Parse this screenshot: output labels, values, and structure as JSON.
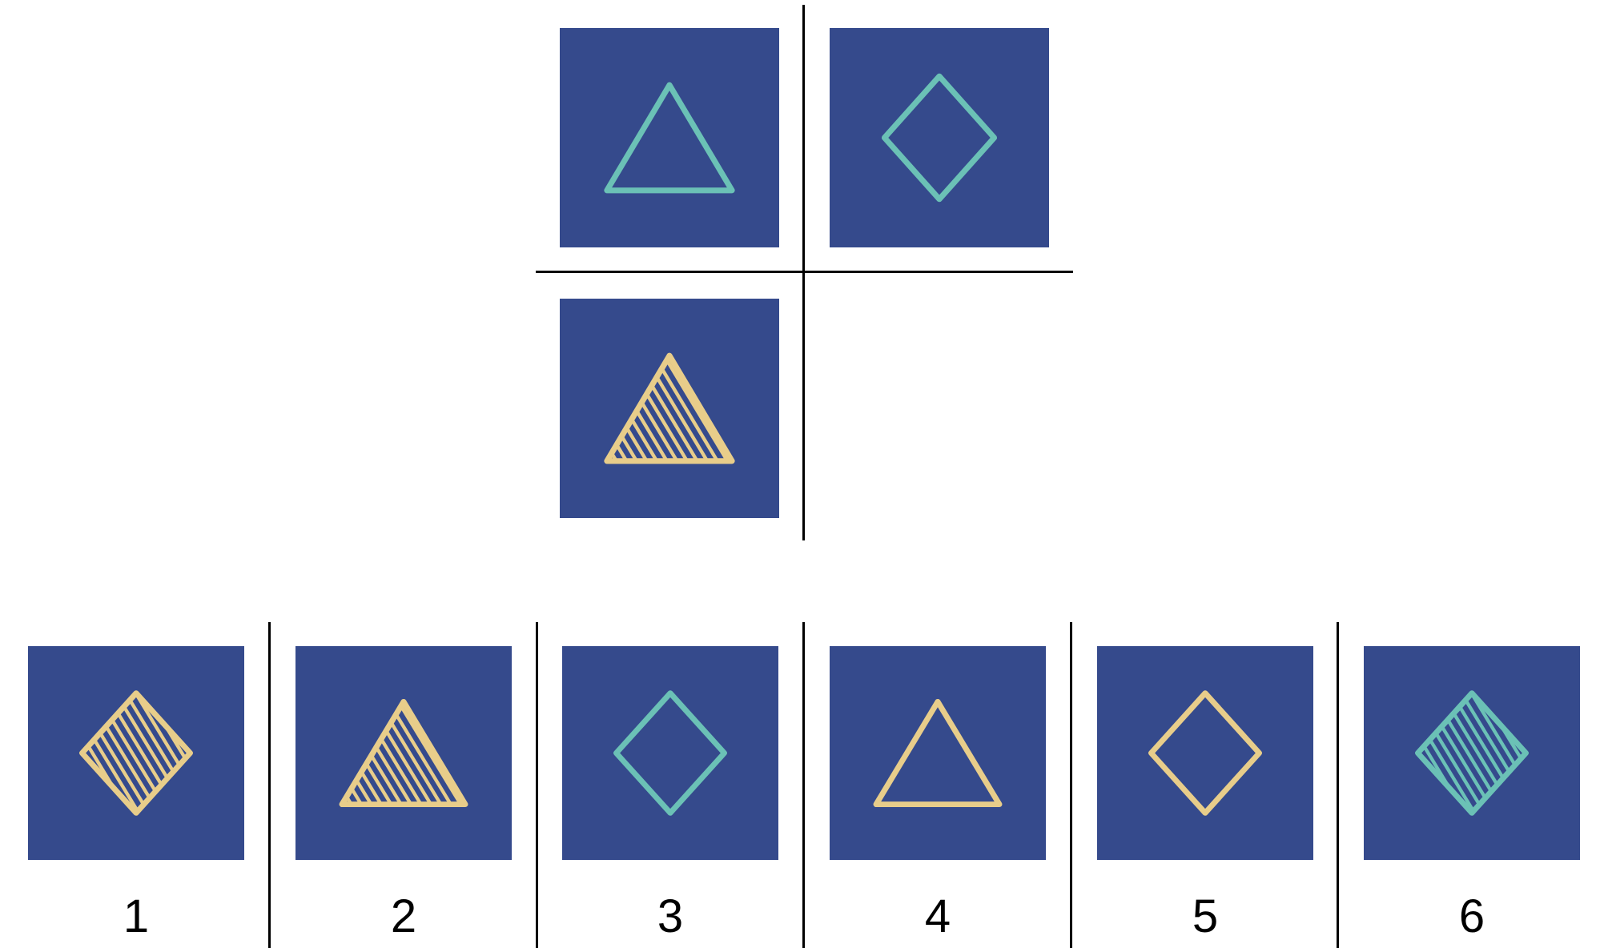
{
  "colors": {
    "tile": "#354a8c",
    "teal": "#6bc1b6",
    "gold": "#e8cd8a",
    "line": "#000000",
    "background": "#ffffff"
  },
  "matrix": {
    "cells": [
      {
        "shape": "triangle",
        "fill": "outline",
        "color": "teal"
      },
      {
        "shape": "diamond",
        "fill": "outline",
        "color": "teal"
      },
      {
        "shape": "triangle",
        "fill": "striped",
        "color": "gold"
      },
      {
        "shape": "empty"
      }
    ]
  },
  "options": [
    {
      "label": "1",
      "shape": "diamond",
      "fill": "striped",
      "color": "gold"
    },
    {
      "label": "2",
      "shape": "triangle",
      "fill": "striped",
      "color": "gold"
    },
    {
      "label": "3",
      "shape": "diamond",
      "fill": "outline",
      "color": "teal"
    },
    {
      "label": "4",
      "shape": "triangle",
      "fill": "outline",
      "color": "gold"
    },
    {
      "label": "5",
      "shape": "diamond",
      "fill": "outline",
      "color": "gold"
    },
    {
      "label": "6",
      "shape": "diamond",
      "fill": "striped",
      "color": "teal"
    }
  ]
}
